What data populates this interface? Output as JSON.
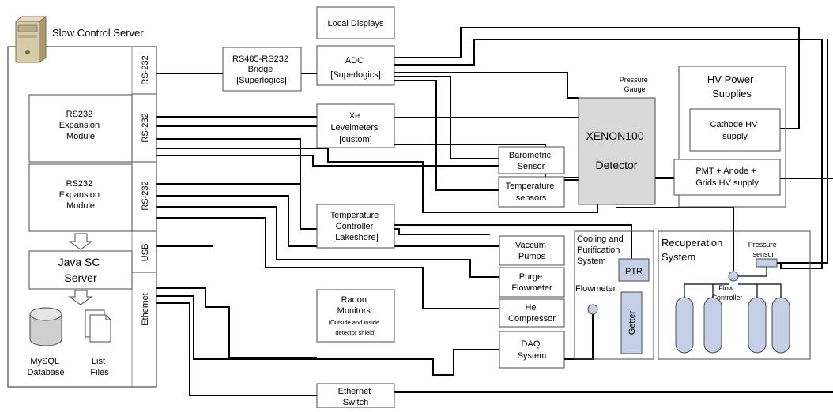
{
  "server": {
    "title": "Slow Control Server",
    "icon": "server-computer-icon",
    "ports": {
      "rs232_a": "RS-232",
      "rs232_b": "RS-232",
      "rs232_c": "RS-232",
      "usb": "USB",
      "ethernet": "Ethernet"
    },
    "modules": {
      "exp1": [
        "RS232",
        "Expansion",
        "Module"
      ],
      "exp2": [
        "RS232",
        "Expansion",
        "Module"
      ],
      "java": [
        "Java SC",
        "Server"
      ]
    },
    "storage": {
      "mysql": [
        "MySQL",
        "Database"
      ],
      "files": [
        "List",
        "Files"
      ],
      "db_icon": "database-cylinder-icon",
      "files_icon": "document-stack-icon"
    }
  },
  "devices": {
    "bridge": [
      "RS485-RS232",
      "Bridge",
      "[Superlogics]"
    ],
    "local_displays": [
      "Local Displays"
    ],
    "adc": [
      "ADC",
      "[Superlogics]"
    ],
    "levelmeters": [
      "Xe",
      "Levelmeters",
      "[custom]"
    ],
    "barometric": [
      "Barometric",
      "Sensor"
    ],
    "temp_sensors": [
      "Temperature",
      "sensors"
    ],
    "temp_controller": [
      "Temperature",
      "Controller",
      "[Lakeshore]"
    ],
    "vacuum": [
      "Vaccum",
      "Pumps"
    ],
    "purge": [
      "Purge",
      "Flowmeter"
    ],
    "radon": [
      "Radon",
      "Monitors",
      "(Outside and inside",
      "detector shield)"
    ],
    "he": [
      "He",
      "Compressor"
    ],
    "daq": [
      "DAQ",
      "System"
    ],
    "switch": [
      "Ethernet",
      "Switch"
    ]
  },
  "detector": {
    "lines": [
      "XENON100",
      "Detector"
    ],
    "gauge": [
      "Pressure",
      "Gauge"
    ]
  },
  "hv": {
    "title": [
      "HV Power",
      "Supplies"
    ],
    "cathode": [
      "Cathode HV",
      "supply"
    ],
    "pmt": [
      "PMT + Anode +",
      "Grids  HV supply"
    ]
  },
  "cooling": {
    "title": [
      "Cooling and",
      "Purification",
      "System"
    ],
    "ptr": "PTR",
    "flowmeter": "Flowmeter",
    "getter": "Getter"
  },
  "recuperation": {
    "title": [
      "Recuperation",
      "System"
    ],
    "pressure": [
      "Pressure",
      "sensor"
    ],
    "flow_controller": [
      "Flow",
      "Controller"
    ]
  },
  "colors": {
    "line": "#000000",
    "box_border": "#4a4a4a",
    "detector_fill": "#d9d9d9",
    "ptr_fill": "#c5cfe6",
    "getter_fill": "#c5cfe6",
    "arrow_fill": "#ffffff"
  }
}
